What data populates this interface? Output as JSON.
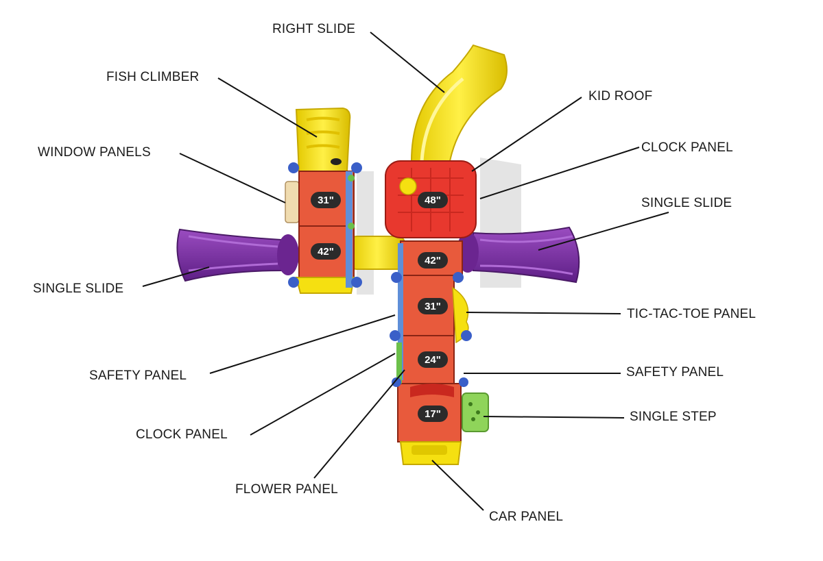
{
  "labels": {
    "right_slide": "RIGHT SLIDE",
    "fish_climber": "FISH CLIMBER",
    "kid_roof": "KID ROOF",
    "clock_panel_top": "CLOCK  PANEL",
    "window_panels": "WINDOW  PANELS",
    "single_slide_right": "SINGLE SLIDE",
    "single_slide_left": "SINGLE  SLIDE",
    "tic_tac_toe_panel": "TIC-TAC-TOE PANEL",
    "safety_panel_left": "SAFETY  PANEL",
    "safety_panel_right": "SAFETY  PANEL",
    "single_step": "SINGLE STEP",
    "clock_panel_bottom": "CLOCK  PANEL",
    "flower_panel": "FLOWER  PANEL",
    "car_panel": "CAR PANEL"
  },
  "deck_heights": {
    "left_top": "31\"",
    "left_bottom": "42\"",
    "roof": "48\"",
    "center": "42\"",
    "deck_31": "31\"",
    "deck_24": "24\"",
    "deck_17": "17\""
  },
  "colors": {
    "yellow": "#f5e011",
    "red": "#e8382e",
    "orange_red": "#e85a3c",
    "purple": "#7a2c9c",
    "blue": "#3a5fc8",
    "green": "#7dc24a",
    "leader": "#111111"
  }
}
